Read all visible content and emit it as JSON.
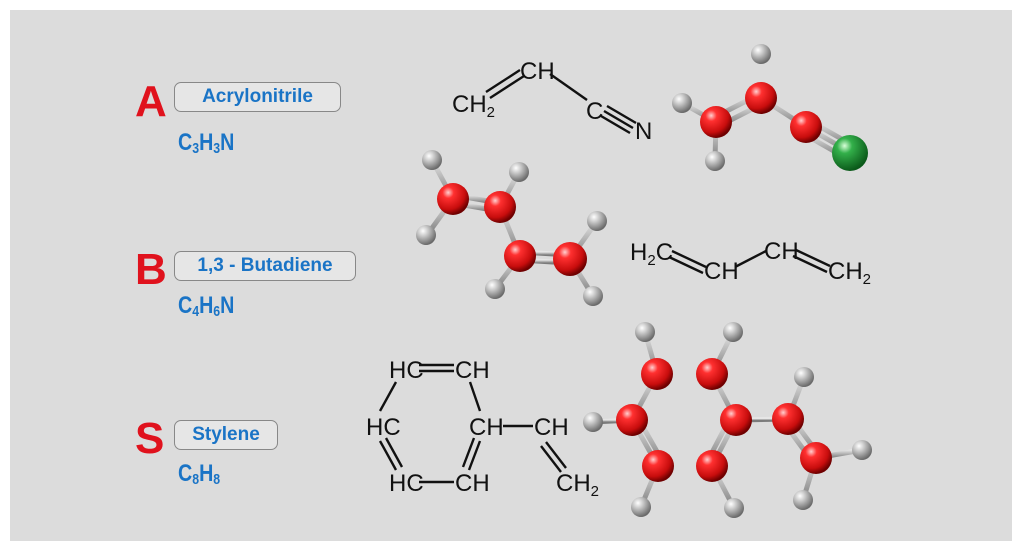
{
  "compounds": [
    {
      "letter": "A",
      "name": "Acrylonitrile",
      "formula": {
        "c": "C",
        "c_n": "3",
        "h": "H",
        "h_n": "3",
        "tail": "N"
      }
    },
    {
      "letter": "B",
      "name": "1,3 - Butadiene",
      "formula": {
        "c": "C",
        "c_n": "4",
        "h": "H",
        "h_n": "6",
        "tail": "N"
      }
    },
    {
      "letter": "S",
      "name": "Stylene",
      "formula": {
        "c": "C",
        "c_n": "8",
        "h": "H",
        "h_n": "8",
        "tail": ""
      }
    }
  ],
  "structures": {
    "acrylonitrile": {
      "ch2": "CH",
      "ch2_sub": "2",
      "ch": "CH",
      "c": "C",
      "n": "N"
    },
    "butadiene": {
      "h2c_h": "H",
      "h2c_sub": "2",
      "h2c_c": "C",
      "ch_1": "CH",
      "ch_2": "CH",
      "ch2_end": "CH",
      "ch2_end_sub": "2"
    },
    "styrene": {
      "ring_top_left": "HC",
      "ring_top_right": "CH",
      "ring_left": "HC",
      "ring_right": "CH",
      "ring_bottom_left": "HC",
      "ring_bottom_right": "CH",
      "vinyl_ch": "CH",
      "vinyl_ch2": "CH",
      "vinyl_ch2_sub": "2"
    }
  },
  "colors": {
    "panel": "#dcdcdc",
    "letter": "#e0121d",
    "name_text": "#1a74c6",
    "atom_carbon": "#e51b1b",
    "atom_hydrogen": "#b3b3b3",
    "atom_nitrogen": "#2aa443"
  }
}
